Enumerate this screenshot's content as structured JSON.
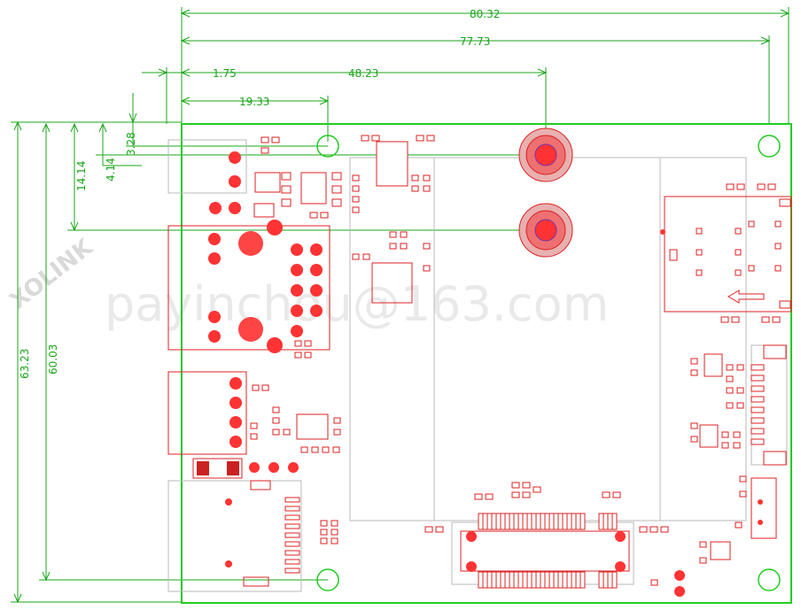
{
  "dimensions": {
    "overall_width": "80.32",
    "hole_span": "77.73",
    "offset_small": "1.75",
    "hole_x_mid": "48.23",
    "hole_x_left": "19.33",
    "overall_height": "63.23",
    "hole_span_vertical": "60.03",
    "v_offset_a": "3.28",
    "v_offset_b": "4.14",
    "v_offset_c": "14.14"
  },
  "watermarks": {
    "brand": "XOLINK",
    "email": "payinchou@163.com"
  },
  "colors": {
    "dimension_line": "#1aa61a",
    "board_outline": "#22cc22",
    "component": "#dd2222",
    "pad_fill": "#ff3333",
    "silkscreen": "#b8b8b8"
  }
}
